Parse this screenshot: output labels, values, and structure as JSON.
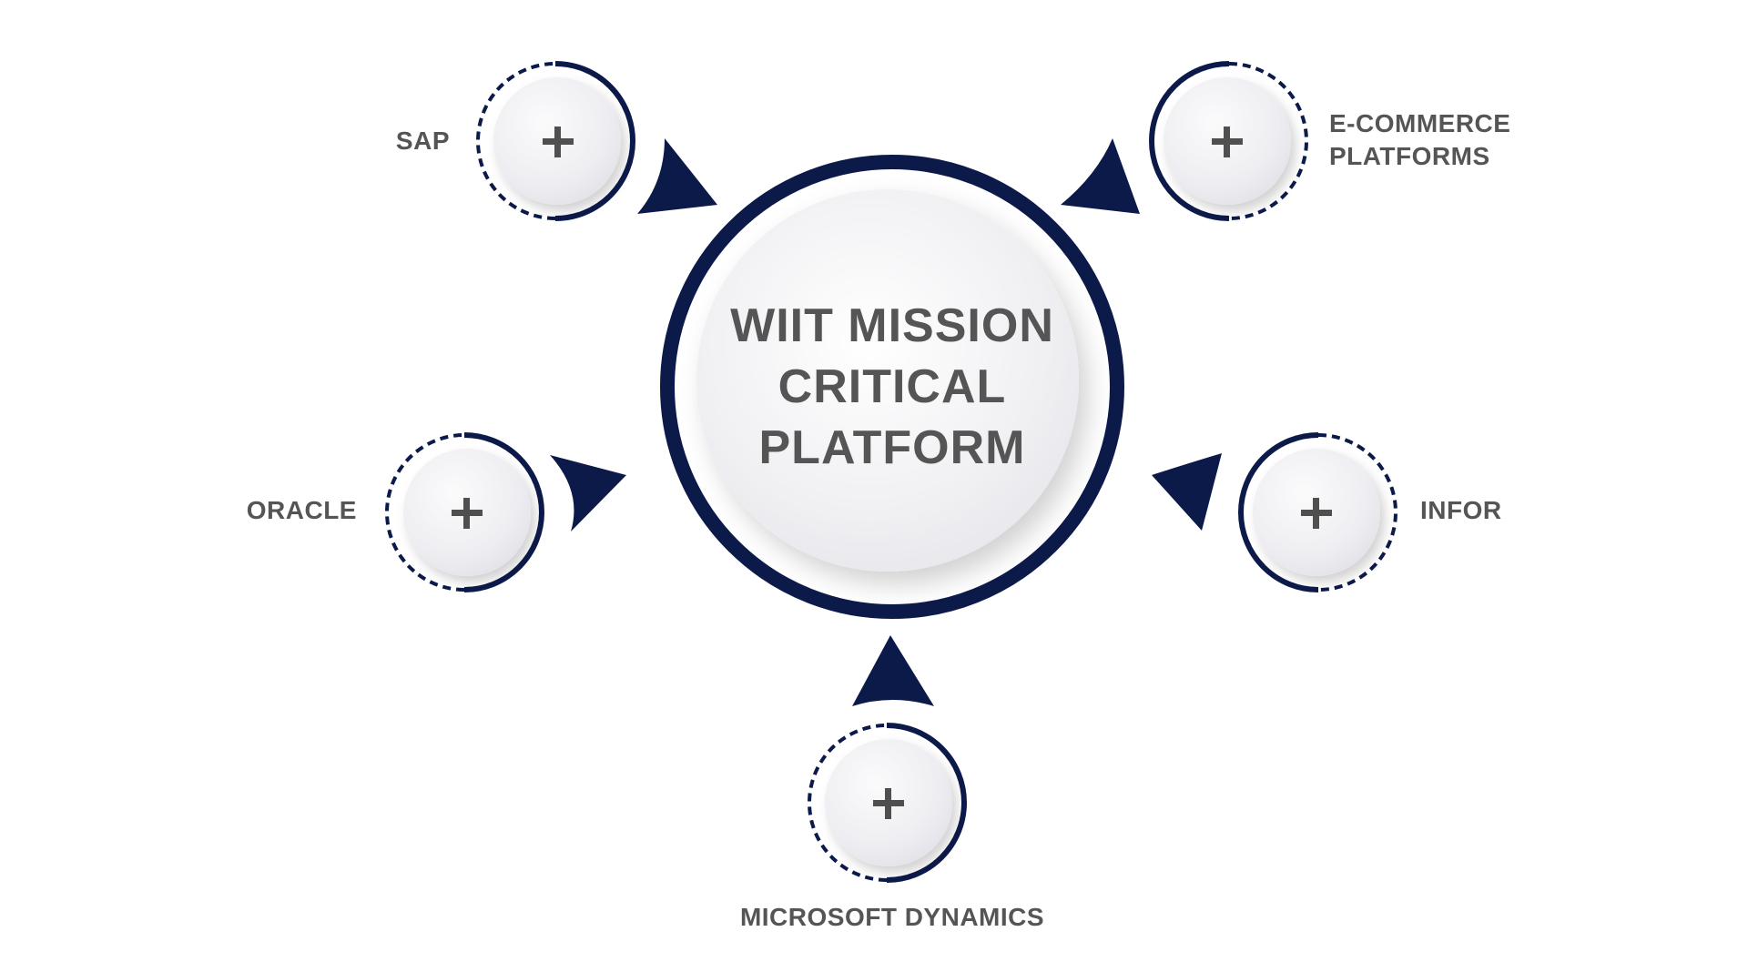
{
  "center": {
    "title_lines": [
      "WIIT MISSION",
      "CRITICAL",
      "PLATFORM"
    ]
  },
  "nodes": {
    "sap": {
      "label": "SAP",
      "icon": "plus-icon"
    },
    "ecommerce": {
      "label_lines": [
        "E-COMMERCE",
        "PLATFORMS"
      ],
      "icon": "plus-icon"
    },
    "oracle": {
      "label": "ORACLE",
      "icon": "plus-icon"
    },
    "infor": {
      "label": "INFOR",
      "icon": "plus-icon"
    },
    "microsoft_dynamics": {
      "label": "MICROSOFT DYNAMICS",
      "icon": "plus-icon"
    }
  },
  "colors": {
    "navy": "#0c1a4a",
    "text": "#555555",
    "plus": "#4f4f4f",
    "disc": "#f1f1f4"
  }
}
